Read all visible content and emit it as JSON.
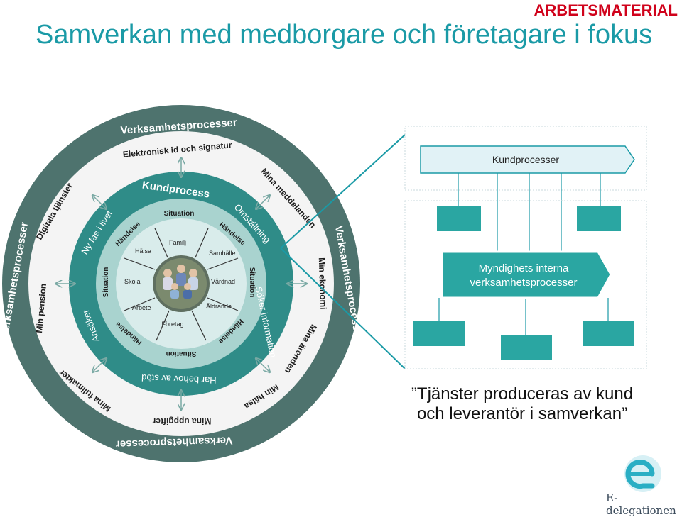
{
  "stamp": "ARBETSMATERIAL",
  "title": "Samverkan med medborgare och företagare i fokus",
  "rings": {
    "outer": [
      "Verksamhetsprocesser",
      "Verksamhetsprocesser",
      "Verksamhetsprocesser",
      "Verksamhetsprocesser"
    ],
    "outer_services": [
      "Elektronisk id och signatur",
      "Mina meddelanden",
      "Min ekonomi",
      "Mina ärenden",
      "Min hälsa",
      "Mina uppgifter",
      "Mina fullmakter",
      "Min pension",
      "Digitala tjänster"
    ],
    "kundprocess": [
      "Kundprocess",
      "Omställning",
      "Söker information",
      "Har behov av stöd",
      "Ansöker",
      "Ny fas i livet"
    ],
    "middle": [
      "Situation",
      "Händelse",
      "Situation",
      "Händelse",
      "Situation",
      "Händelse",
      "Situation",
      "Händelse"
    ],
    "inner": [
      "Familj",
      "Samhälle",
      "Vårdnad",
      "Äldrande",
      "Företag",
      "Arbete",
      "Skola",
      "Hälsa"
    ]
  },
  "panel": {
    "kundprocesser": "Kundprocesser",
    "interna_line1": "Myndighets interna",
    "interna_line2": "verksamhetsprocesser"
  },
  "caption": {
    "line1": "”Tjänster produceras av kund",
    "line2": "och leverantör i samverkan”"
  },
  "logo": {
    "text": "E-delegationen"
  },
  "colors": {
    "outer_ring": "#4e736e",
    "white_band": "#f4f4f4",
    "kund_ring": "#2f8c88",
    "mid_ring": "#a9d3cf",
    "inner_ring": "#d9eceb",
    "teal_box": "#2aa6a2",
    "kund_bar": "#e1f2f6",
    "accent": "#1a9aa6",
    "stamp": "#d0021b"
  }
}
